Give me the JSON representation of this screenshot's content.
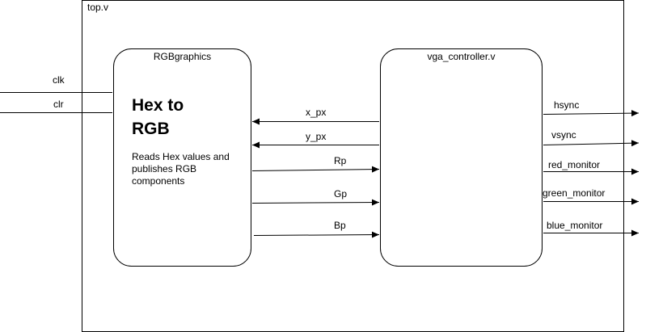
{
  "top_module": {
    "label": "top.v"
  },
  "rgb_block": {
    "title": "RGBgraphics",
    "heading_line1": "Hex to",
    "heading_line2": "RGB",
    "description": "Reads Hex values and publishes RGB components"
  },
  "vga_block": {
    "title": "vga_controller.v"
  },
  "inputs": {
    "clk": "clk",
    "clr": "clr"
  },
  "internal_signals": {
    "x_px": "x_px",
    "y_px": "y_px",
    "rp": "Rp",
    "gp": "Gp",
    "bp": "Bp"
  },
  "outputs": {
    "hsync": "hsync",
    "vsync": "vsync",
    "red_monitor": "red_monitor",
    "green_monitor": "green_monitor",
    "blue_monitor": "blue_monitor"
  }
}
